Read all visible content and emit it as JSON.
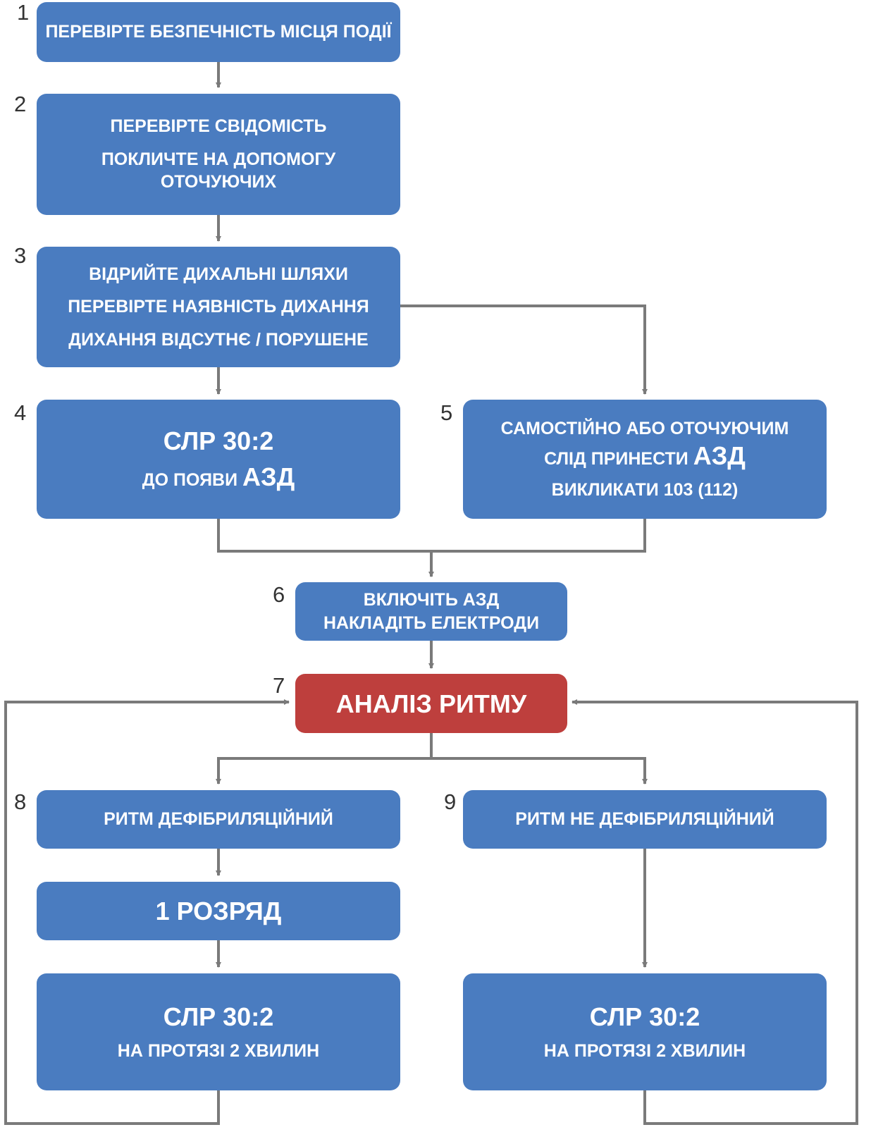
{
  "steps": {
    "s1": {
      "num": "1",
      "line1": "ПЕРЕВІРТЕ БЕЗПЕЧНІСТЬ МІСЦЯ ПОДІЇ"
    },
    "s2": {
      "num": "2",
      "line1": "ПЕРЕВІРТЕ СВІДОМІСТЬ",
      "line2": "ПОКЛИЧТЕ НА ДОПОМОГУ",
      "line3": "ОТОЧУЮЧИХ"
    },
    "s3": {
      "num": "3",
      "line1": "ВІДРИЙТЕ ДИХАЛЬНІ ШЛЯХИ",
      "line2": "ПЕРЕВІРТЕ НАЯВНІСТЬ ДИХАННЯ",
      "line3": "ДИХАННЯ ВІДСУТНЄ / ПОРУШЕНЕ"
    },
    "s4": {
      "num": "4",
      "line1": "СЛР 30:2",
      "line2_pre": "ДО ПОЯВИ ",
      "line2_big": "АЗД"
    },
    "s5": {
      "num": "5",
      "line1": "САМОСТІЙНО АБО ОТОЧУЮЧИМ",
      "line2_pre": "СЛІД ПРИНЕСТИ ",
      "line2_big": "АЗД",
      "line3": "ВИКЛИКАТИ 103 (112)"
    },
    "s6": {
      "num": "6",
      "line1": "ВКЛЮЧІТЬ АЗД",
      "line2": "НАКЛАДІТЬ ЕЛЕКТРОДИ"
    },
    "s7": {
      "num": "7",
      "line1": "АНАЛІЗ РИТМУ"
    },
    "s8": {
      "num": "8",
      "line1": "РИТМ ДЕФІБРИЛЯЦІЙНИЙ"
    },
    "s9": {
      "num": "9",
      "line1": "РИТМ НЕ ДЕФІБРИЛЯЦІЙНИЙ"
    },
    "shock": {
      "line1": "1 РОЗРЯД"
    },
    "cpr_left": {
      "line1": "СЛР 30:2",
      "line2": "НА ПРОТЯЗІ 2 ХВИЛИН"
    },
    "cpr_right": {
      "line1": "СЛР 30:2",
      "line2": "НА ПРОТЯЗІ 2 ХВИЛИН"
    }
  },
  "colors": {
    "box": "#4a7cc0",
    "analysis": "#be3f3d",
    "connector": "#7a7a7a",
    "number": "#333333"
  }
}
